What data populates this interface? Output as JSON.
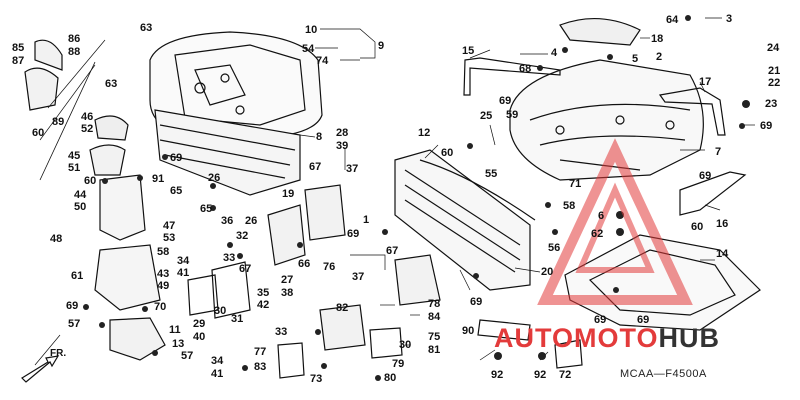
{
  "diagram_code": "MCAA—F4500A",
  "front_label": "FR.",
  "watermark": {
    "part1": "AUTOMOTO",
    "part2": "HUB",
    "color1": "#e33b3b",
    "color2": "#333333"
  },
  "callouts": [
    {
      "id": "63a",
      "text": "63"
    },
    {
      "id": "10",
      "text": "10"
    },
    {
      "id": "54",
      "text": "54"
    },
    {
      "id": "74",
      "text": "74"
    },
    {
      "id": "9",
      "text": "9"
    },
    {
      "id": "64",
      "text": "64"
    },
    {
      "id": "3",
      "text": "3"
    },
    {
      "id": "18",
      "text": "18"
    },
    {
      "id": "4",
      "text": "4"
    },
    {
      "id": "5",
      "text": "5"
    },
    {
      "id": "2",
      "text": "2"
    },
    {
      "id": "24",
      "text": "24"
    },
    {
      "id": "15",
      "text": "15"
    },
    {
      "id": "68",
      "text": "68"
    },
    {
      "id": "21",
      "text": "21"
    },
    {
      "id": "22",
      "text": "22"
    },
    {
      "id": "23",
      "text": "23"
    },
    {
      "id": "17",
      "text": "17"
    },
    {
      "id": "69r",
      "text": "69"
    },
    {
      "id": "85",
      "text": "85"
    },
    {
      "id": "86",
      "text": "86"
    },
    {
      "id": "87",
      "text": "87"
    },
    {
      "id": "88",
      "text": "88"
    },
    {
      "id": "60a",
      "text": "60"
    },
    {
      "id": "89",
      "text": "89"
    },
    {
      "id": "63b",
      "text": "63"
    },
    {
      "id": "69a",
      "text": "69"
    },
    {
      "id": "59",
      "text": "59"
    },
    {
      "id": "46",
      "text": "46"
    },
    {
      "id": "52",
      "text": "52"
    },
    {
      "id": "8",
      "text": "8"
    },
    {
      "id": "28",
      "text": "28"
    },
    {
      "id": "39",
      "text": "39"
    },
    {
      "id": "12",
      "text": "12"
    },
    {
      "id": "25",
      "text": "25"
    },
    {
      "id": "7",
      "text": "7"
    },
    {
      "id": "45",
      "text": "45"
    },
    {
      "id": "51",
      "text": "51"
    },
    {
      "id": "69b",
      "text": "69"
    },
    {
      "id": "26a",
      "text": "26"
    },
    {
      "id": "67a",
      "text": "67"
    },
    {
      "id": "37a",
      "text": "37"
    },
    {
      "id": "60b",
      "text": "60"
    },
    {
      "id": "91",
      "text": "91"
    },
    {
      "id": "65a",
      "text": "65"
    },
    {
      "id": "19",
      "text": "19"
    },
    {
      "id": "60c",
      "text": "60"
    },
    {
      "id": "44",
      "text": "44"
    },
    {
      "id": "50",
      "text": "50"
    },
    {
      "id": "65b",
      "text": "65"
    },
    {
      "id": "55",
      "text": "55"
    },
    {
      "id": "71",
      "text": "71"
    },
    {
      "id": "58a",
      "text": "58"
    },
    {
      "id": "69c",
      "text": "69"
    },
    {
      "id": "16",
      "text": "16"
    },
    {
      "id": "36",
      "text": "36"
    },
    {
      "id": "26b",
      "text": "26"
    },
    {
      "id": "47",
      "text": "47"
    },
    {
      "id": "53",
      "text": "53"
    },
    {
      "id": "1",
      "text": "1"
    },
    {
      "id": "69d",
      "text": "69"
    },
    {
      "id": "6",
      "text": "6"
    },
    {
      "id": "60d",
      "text": "60"
    },
    {
      "id": "62",
      "text": "62"
    },
    {
      "id": "32",
      "text": "32"
    },
    {
      "id": "48",
      "text": "48"
    },
    {
      "id": "58b",
      "text": "58"
    },
    {
      "id": "33a",
      "text": "33"
    },
    {
      "id": "67b",
      "text": "67"
    },
    {
      "id": "56",
      "text": "56"
    },
    {
      "id": "14",
      "text": "14"
    },
    {
      "id": "34a",
      "text": "34"
    },
    {
      "id": "41a",
      "text": "41"
    },
    {
      "id": "66",
      "text": "66"
    },
    {
      "id": "76",
      "text": "76"
    },
    {
      "id": "37b",
      "text": "37"
    },
    {
      "id": "20",
      "text": "20"
    },
    {
      "id": "61",
      "text": "61"
    },
    {
      "id": "43",
      "text": "43"
    },
    {
      "id": "49",
      "text": "49"
    },
    {
      "id": "67c",
      "text": "67"
    },
    {
      "id": "27",
      "text": "27"
    },
    {
      "id": "38",
      "text": "38"
    },
    {
      "id": "35",
      "text": "35"
    },
    {
      "id": "42",
      "text": "42"
    },
    {
      "id": "69e",
      "text": "69"
    },
    {
      "id": "70",
      "text": "70"
    },
    {
      "id": "29",
      "text": "29"
    },
    {
      "id": "30a",
      "text": "30"
    },
    {
      "id": "40",
      "text": "40"
    },
    {
      "id": "31",
      "text": "31"
    },
    {
      "id": "82",
      "text": "82"
    },
    {
      "id": "78",
      "text": "78"
    },
    {
      "id": "84",
      "text": "84"
    },
    {
      "id": "69f",
      "text": "69"
    },
    {
      "id": "57a",
      "text": "57"
    },
    {
      "id": "11",
      "text": "11"
    },
    {
      "id": "13",
      "text": "13"
    },
    {
      "id": "33b",
      "text": "33"
    },
    {
      "id": "90",
      "text": "90"
    },
    {
      "id": "69g",
      "text": "69"
    },
    {
      "id": "69h",
      "text": "69"
    },
    {
      "id": "30b",
      "text": "30"
    },
    {
      "id": "75",
      "text": "75"
    },
    {
      "id": "81",
      "text": "81"
    },
    {
      "id": "57b",
      "text": "57"
    },
    {
      "id": "34b",
      "text": "34"
    },
    {
      "id": "41b",
      "text": "41"
    },
    {
      "id": "77",
      "text": "77"
    },
    {
      "id": "83",
      "text": "83"
    },
    {
      "id": "73",
      "text": "73"
    },
    {
      "id": "79",
      "text": "79"
    },
    {
      "id": "80",
      "text": "80"
    },
    {
      "id": "92a",
      "text": "92"
    },
    {
      "id": "92b",
      "text": "92"
    },
    {
      "id": "72",
      "text": "72"
    }
  ]
}
